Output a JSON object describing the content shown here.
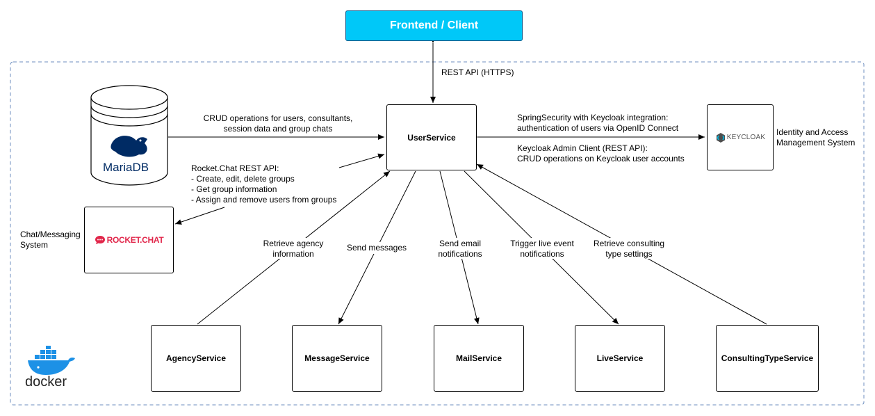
{
  "frontend": {
    "label": "Frontend / Client"
  },
  "rest_api_label": "REST API (HTTPS)",
  "user_service": {
    "label": "UserService"
  },
  "mariadb": {
    "logo_text": "MariaDB"
  },
  "mariadb_edge": {
    "line1": "CRUD operations for users, consultants,",
    "line2": "session data and group chats"
  },
  "rocketchat_edge": {
    "line1": "Rocket.Chat REST API:",
    "line2": "- Create, edit, delete groups",
    "line3": "- Get group information",
    "line4": "- Assign and remove users from groups"
  },
  "rocketchat": {
    "logo_text": "ROCKET.CHAT",
    "caption_line1": "Chat/Messaging",
    "caption_line2": "System"
  },
  "keycloak_edge": {
    "line1": "SpringSecurity with Keycloak integration:",
    "line2": "authentication of users via OpenID Connect",
    "line3": "Keycloak Admin Client (REST API):",
    "line4": "CRUD operations on Keycloak user accounts"
  },
  "keycloak": {
    "logo_text": "KEYCLOAK",
    "caption_line1": "Identity and Access",
    "caption_line2": "Management System"
  },
  "services": [
    {
      "label": "AgencyService",
      "edge_line1": "Retrieve agency",
      "edge_line2": "information"
    },
    {
      "label": "MessageService",
      "edge_line1": "Send messages",
      "edge_line2": ""
    },
    {
      "label": "MailService",
      "edge_line1": "Send email",
      "edge_line2": "notifications"
    },
    {
      "label": "LiveService",
      "edge_line1": "Trigger live event",
      "edge_line2": "notifications"
    },
    {
      "label": "ConsultingTypeService",
      "edge_line1": "Retrieve consulting",
      "edge_line2": "type settings"
    }
  ],
  "docker": {
    "logo_text": "docker"
  },
  "colors": {
    "frontend_fill": "#00c8f8",
    "container_border": "#6c8ebf",
    "docker_blue": "#1d91e6",
    "rocket_red": "#e1264a"
  }
}
